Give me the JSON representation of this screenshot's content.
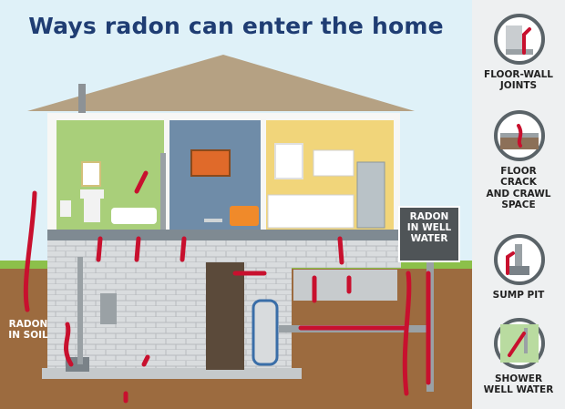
{
  "title": "Ways radon can enter the home",
  "labels": {
    "radon_in_soil": [
      "RADON",
      "IN SOIL"
    ],
    "radon_in_well_water": [
      "RADON",
      "IN WELL",
      "WATER"
    ]
  },
  "legend": [
    {
      "icon": "floor-wall-joint-icon",
      "lines": [
        "FLOOR-WALL",
        "JOINTS"
      ]
    },
    {
      "icon": "floor-crack-icon",
      "lines": [
        "FLOOR",
        "CRACK",
        "AND CRAWL",
        "SPACE"
      ]
    },
    {
      "icon": "sump-pit-icon",
      "lines": [
        "SUMP PIT"
      ]
    },
    {
      "icon": "shower-icon",
      "lines": [
        "SHOWER",
        "WELL WATER"
      ]
    }
  ],
  "colors": {
    "title": "#1f3d73",
    "radon_arrow": "#c8102e",
    "sky": "#dff1f8",
    "soil": "#9c6b3f",
    "grass": "#8cc04a",
    "roof": "#b5a183",
    "bathroom": "#a9cf7a",
    "living_room": "#6f8ca8",
    "kitchen": "#f1d57a",
    "foundation": "#d7dadc",
    "legend_bg": "#eef0f1",
    "well_box": "#4f5457"
  }
}
